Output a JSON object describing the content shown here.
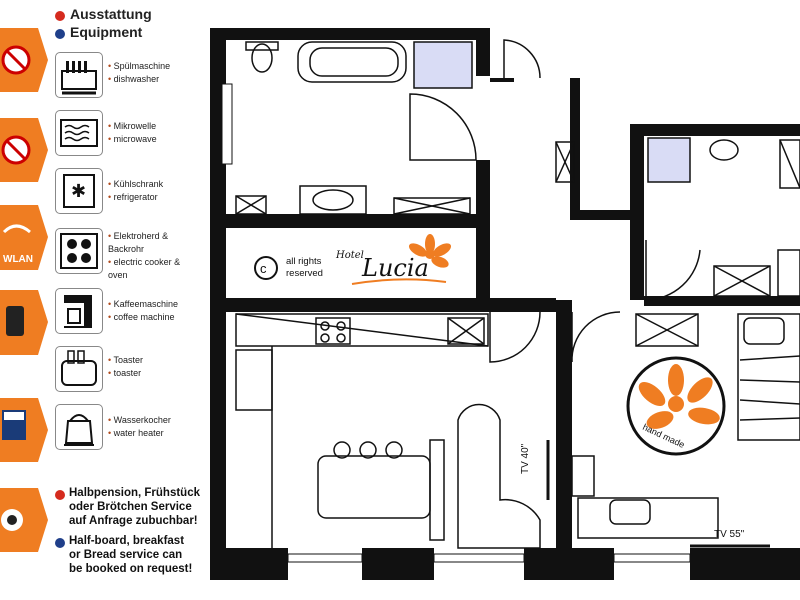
{
  "legend": {
    "header_de": "Ausstattung",
    "header_en": "Equipment",
    "items": [
      {
        "de": "Spülmaschine",
        "en": "dishwasher",
        "icon": "dishwasher-icon"
      },
      {
        "de": "Mikrowelle",
        "en": "microwave",
        "icon": "microwave-icon"
      },
      {
        "de": "Kühlschrank",
        "en": "refrigerator",
        "icon": "refrigerator-icon"
      },
      {
        "de": "Elektroherd & Backrohr",
        "en": "electric cooker & oven",
        "icon": "cooker-icon"
      },
      {
        "de": "Kaffeemaschine",
        "en": "coffee machine",
        "icon": "coffee-machine-icon"
      },
      {
        "de": "Toaster",
        "en": "toaster",
        "icon": "toaster-icon"
      },
      {
        "de": "Wasserkocher",
        "en": "water heater",
        "icon": "kettle-icon"
      }
    ],
    "note_de": [
      "Halbpension, Frühstück",
      "oder Brötchen Service",
      "auf Anfrage zubuchbar!"
    ],
    "note_en": [
      "Half-board, breakfast",
      "or Bread service can",
      "be booked on request!"
    ],
    "side_badge_label": "WLAN",
    "accent_color": "#ef7d22"
  },
  "floorplan": {
    "rights_line1": "all rights",
    "rights_line2": "reserved",
    "hotel_prefix": "Hotel",
    "hotel_name": "Lucia",
    "tv_label_1": "TV 40\"",
    "tv_label_2": "TV 55\"",
    "handmade_label": "hand made"
  }
}
